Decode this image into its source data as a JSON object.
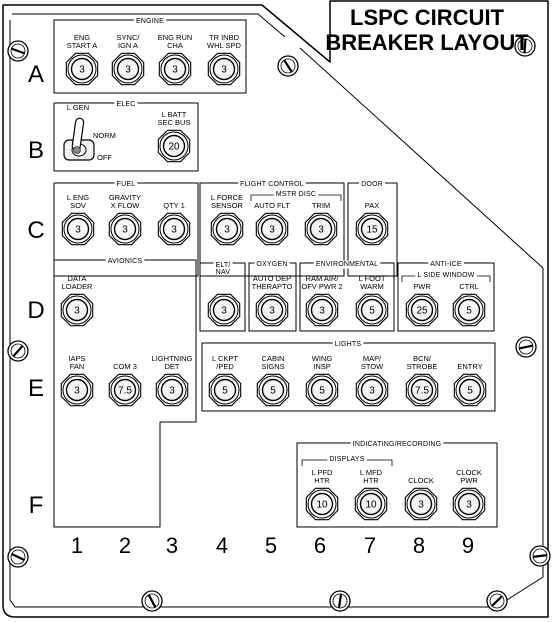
{
  "title": [
    "LSPC CIRCUIT",
    "BREAKER LAYOUT"
  ],
  "rows": [
    "A",
    "B",
    "C",
    "D",
    "E",
    "F"
  ],
  "columns": [
    "1",
    "2",
    "3",
    "4",
    "5",
    "6",
    "7",
    "8",
    "9"
  ],
  "groups": [
    {
      "id": "engine",
      "title": "ENGINE"
    },
    {
      "id": "elec",
      "title": "ELEC"
    },
    {
      "id": "fuel",
      "title": "FUEL"
    },
    {
      "id": "flight-control",
      "title": "FLIGHT CONTROL"
    },
    {
      "id": "mstr-disc",
      "title": "MSTR DISC"
    },
    {
      "id": "door",
      "title": "DOOR"
    },
    {
      "id": "avionics",
      "title": "AVIONICS"
    },
    {
      "id": "elt-nav",
      "title": [
        "ELT/",
        "NAV"
      ]
    },
    {
      "id": "oxygen",
      "title": "OXYGEN"
    },
    {
      "id": "environmental",
      "title": "ENVIRONMENTAL"
    },
    {
      "id": "anti-ice",
      "title": "ANTI-ICE"
    },
    {
      "id": "l-side-window",
      "title": "L SIDE WINDOW"
    },
    {
      "id": "lights",
      "title": "LIGHTS"
    },
    {
      "id": "indicating-recording",
      "title": "INDICATING/RECORDING"
    },
    {
      "id": "displays",
      "title": "DISPLAYS"
    }
  ],
  "switch": {
    "label": "L GEN",
    "positions": [
      "NORM",
      "OFF"
    ]
  },
  "breakers": [
    {
      "id": "eng-start-a",
      "label": [
        "ENG",
        "START A"
      ],
      "rating": "3"
    },
    {
      "id": "sync-ign-a",
      "label": [
        "SYNC/",
        "IGN A"
      ],
      "rating": "3"
    },
    {
      "id": "eng-run-cha",
      "label": [
        "ENG RUN",
        "CHA"
      ],
      "rating": "3"
    },
    {
      "id": "tr-inbd-whl-spd",
      "label": [
        "TR INBD",
        "WHL SPD"
      ],
      "rating": "3"
    },
    {
      "id": "l-batt-sec-bus",
      "label": [
        "L BATT",
        "SEC BUS"
      ],
      "rating": "20"
    },
    {
      "id": "l-eng-sov",
      "label": [
        "L ENG",
        "SOV"
      ],
      "rating": "3"
    },
    {
      "id": "gravity-x-flow",
      "label": [
        "GRAVITY",
        "X FLOW"
      ],
      "rating": "3"
    },
    {
      "id": "qty-1",
      "label": [
        "QTY 1"
      ],
      "rating": "3"
    },
    {
      "id": "l-force-sensor",
      "label": [
        "L FORCE",
        "SENSOR"
      ],
      "rating": "3"
    },
    {
      "id": "auto-flt",
      "label": [
        "AUTO FLT"
      ],
      "rating": "3"
    },
    {
      "id": "trim",
      "label": [
        "TRIM"
      ],
      "rating": "3"
    },
    {
      "id": "pax",
      "label": [
        "PAX"
      ],
      "rating": "15"
    },
    {
      "id": "data-loader",
      "label": [
        "DATA",
        "LOADER"
      ],
      "rating": "3"
    },
    {
      "id": "elt-nav",
      "label": [],
      "rating": "3"
    },
    {
      "id": "auto-dep-therapto",
      "label": [
        "AUTO DEP",
        "THERAPTO"
      ],
      "rating": "3"
    },
    {
      "id": "ram-air-ofv-pwr-2",
      "label": [
        "RAM AIR/",
        "OFV PWR 2"
      ],
      "rating": "3"
    },
    {
      "id": "l-foot-warm",
      "label": [
        "L FOOT",
        "WARM"
      ],
      "rating": "5"
    },
    {
      "id": "window-pwr",
      "label": [
        "PWR"
      ],
      "rating": "25"
    },
    {
      "id": "window-ctrl",
      "label": [
        "CTRL"
      ],
      "rating": "5"
    },
    {
      "id": "iaps-fan",
      "label": [
        "IAPS",
        "FAN"
      ],
      "rating": "3"
    },
    {
      "id": "com-3",
      "label": [
        "COM 3"
      ],
      "rating": "7.5"
    },
    {
      "id": "lightning-det",
      "label": [
        "LIGHTNING",
        "DET"
      ],
      "rating": "3"
    },
    {
      "id": "l-ckpt-ped",
      "label": [
        "L CKPT",
        "/PED"
      ],
      "rating": "5"
    },
    {
      "id": "cabin-signs",
      "label": [
        "CABIN",
        "SIGNS"
      ],
      "rating": "5"
    },
    {
      "id": "wing-insp",
      "label": [
        "WING",
        "INSP"
      ],
      "rating": "5"
    },
    {
      "id": "map-stow",
      "label": [
        "MAP/",
        "STOW"
      ],
      "rating": "3"
    },
    {
      "id": "bcn-strobe",
      "label": [
        "BCN/",
        "STROBE"
      ],
      "rating": "7.5"
    },
    {
      "id": "entry",
      "label": [
        "ENTRY"
      ],
      "rating": "5"
    },
    {
      "id": "l-pfd-htr",
      "label": [
        "L PFD",
        "HTR"
      ],
      "rating": "10"
    },
    {
      "id": "l-mfd-htr",
      "label": [
        "L MFD",
        "HTR"
      ],
      "rating": "10"
    },
    {
      "id": "clock",
      "label": [
        "CLOCK"
      ],
      "rating": "3"
    },
    {
      "id": "clock-pwr",
      "label": [
        "CLOCK",
        "PWR"
      ],
      "rating": "3"
    }
  ],
  "colors": {
    "ink": "#000000",
    "panel": "#ffffff",
    "breaker_fill": "#f6f6f6"
  }
}
